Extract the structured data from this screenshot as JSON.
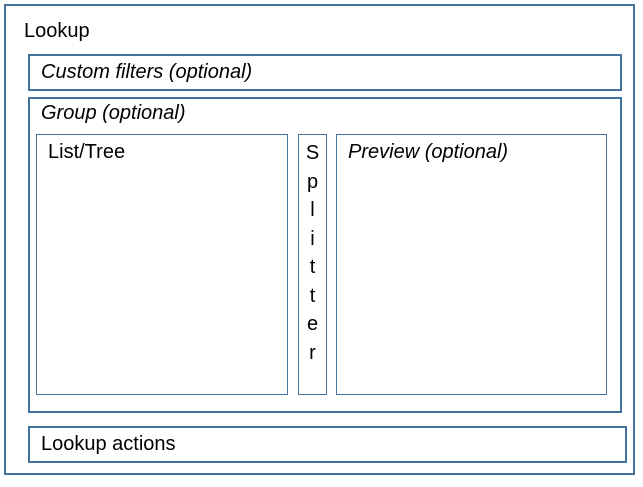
{
  "diagram": {
    "title": "Lookup",
    "custom_filters": {
      "label": "Custom filters (optional)"
    },
    "group": {
      "label": "Group (optional)"
    },
    "list_tree": {
      "label": "List/Tree"
    },
    "splitter": {
      "label": "Splitter",
      "vertical_label": "S\np\nl\ni\nt\nt\ne\nr"
    },
    "preview": {
      "label": "Preview (optional)"
    },
    "actions": {
      "label": "Lookup actions"
    }
  },
  "colors": {
    "border": "#41719C",
    "text": "#000000",
    "background": "#FFFFFF"
  }
}
